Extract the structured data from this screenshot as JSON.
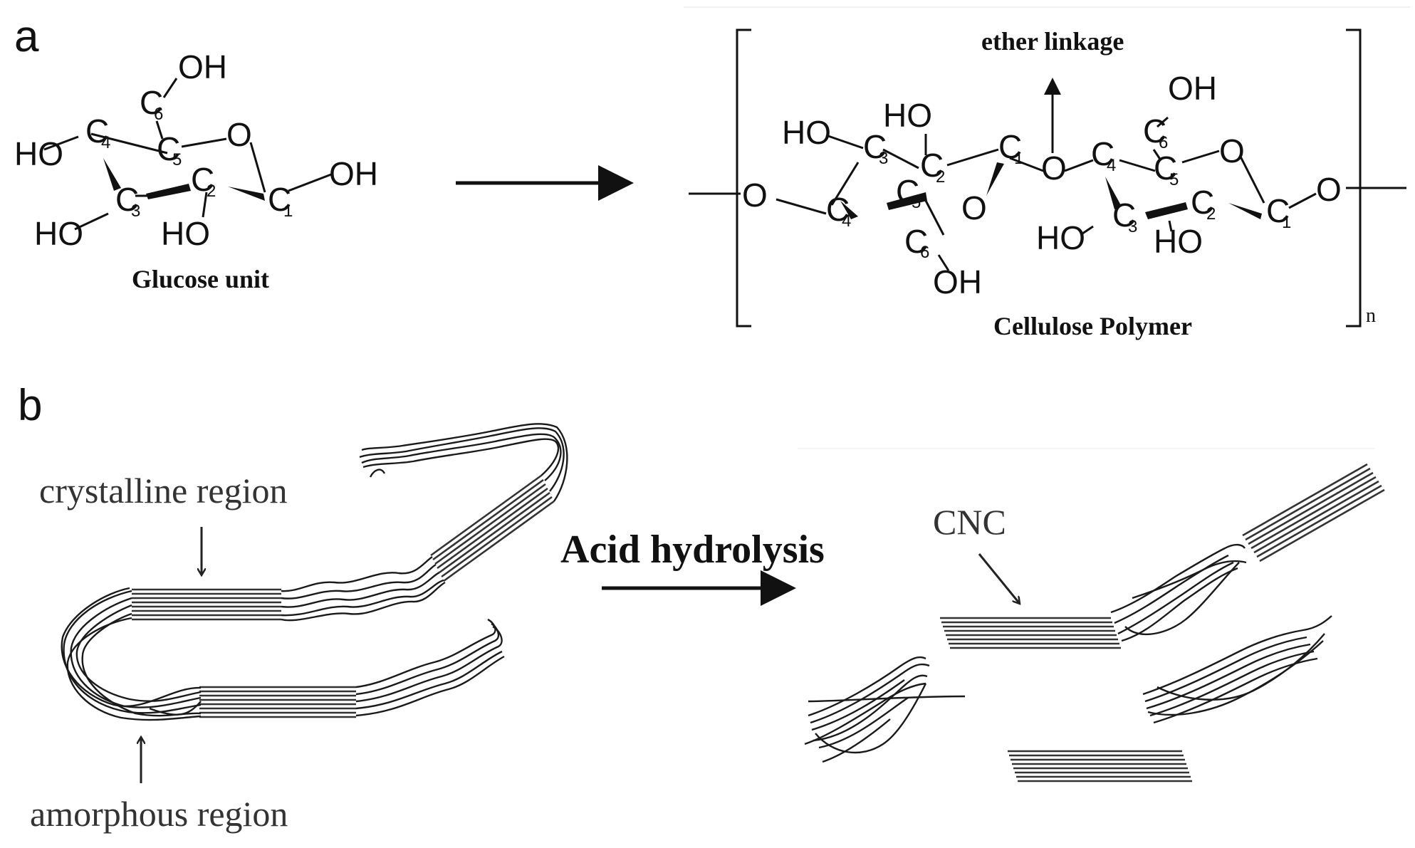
{
  "panel_a": {
    "letter": "a",
    "glucose_caption": "Glucose unit",
    "ether_label": "ether linkage",
    "polymer_caption": "Cellulose Polymer",
    "repeat_subscript": "n",
    "atoms": {
      "oh": "OH",
      "ho": "HO",
      "o": "O",
      "c": "C"
    },
    "locants": [
      "1",
      "2",
      "3",
      "4",
      "5",
      "6"
    ]
  },
  "panel_b": {
    "letter": "b",
    "crystalline_label": "crystalline region",
    "amorphous_label": "amorphous region",
    "process_label": "Acid hydrolysis",
    "cnc_label": "CNC"
  }
}
